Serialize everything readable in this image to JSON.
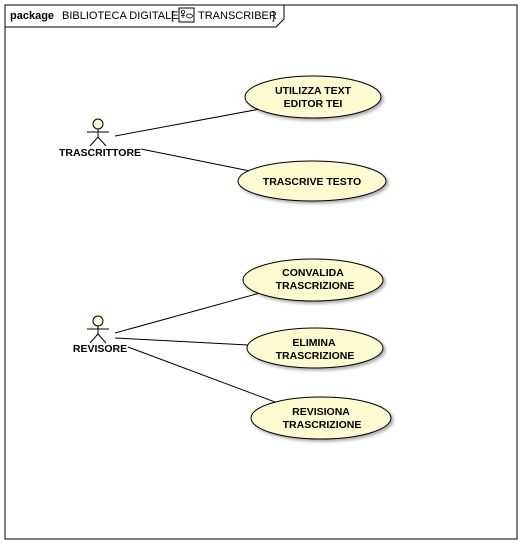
{
  "package": {
    "keyword": "package",
    "name": "BIBLIOTECA DIGITALE",
    "open_bracket": "[",
    "diagram_name": "TRANSCRIBER",
    "close_bracket": "]",
    "diagram_icon": "use-case-diagram-icon"
  },
  "actors": {
    "trascrittore": {
      "label": "TRASCRITTORE"
    },
    "revisore": {
      "label": "REVISORE"
    }
  },
  "use_cases": {
    "utilizza_text_editor": {
      "line1": "UTILIZZA TEXT",
      "line2": "EDITOR TEI"
    },
    "trascrive_testo": {
      "line1": "TRASCRIVE TESTO"
    },
    "convalida": {
      "line1": "CONVALIDA",
      "line2": "TRASCRIZIONE"
    },
    "elimina": {
      "line1": "ELIMINA",
      "line2": "TRASCRIZIONE"
    },
    "revisiona": {
      "line1": "REVISIONA",
      "line2": "TRASCRIZIONE"
    }
  },
  "colors": {
    "use_case_fill": "#fbfad0",
    "actor_fill": "#fbf8d6",
    "stroke": "#000000"
  }
}
